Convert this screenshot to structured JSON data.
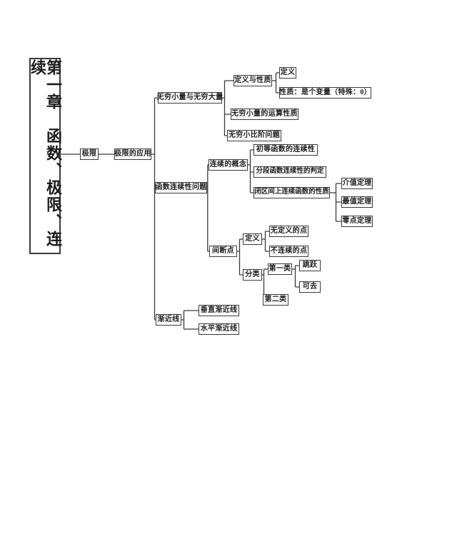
{
  "diagram": {
    "chapter": {
      "label": "第一章　函数、极限、连续"
    },
    "nodes": {
      "limit": "极限",
      "limit_application": "极限的应用",
      "infinitesimal_and_infinite": "无穷小量与无穷大量",
      "definition_and_properties": "定义与性质",
      "definition": "定义",
      "property_variable": "性质：是个变量（特殊：0）",
      "operation_properties": "无穷小量的运算性质",
      "order_comparison": "无穷小比阶问题",
      "function_continuity": "函数连续性问题",
      "continuity_concept": "连续的概念",
      "elementary_function_continuity": "初等函数的连续性",
      "piecewise_continuity_judgement": "分段函数连续性的判定",
      "closed_interval_properties": "闭区间上连续函数的性质",
      "intermediate_value_theorem": "介值定理",
      "extreme_value_theorem": "最值定理",
      "zero_point_theorem": "零点定理",
      "discontinuity_point": "间断点",
      "discontinuity_definition": "定义",
      "undefined_point": "无定义的点",
      "not_continuous_point": "不连续的点",
      "classification": "分类",
      "first_type": "第一类",
      "jump": "跳跃",
      "removable": "可去",
      "second_type": "第二类",
      "asymptote": "渐近线",
      "vertical_asymptote": "垂直渐近线",
      "horizontal_asymptote": "水平渐近线"
    },
    "colors": {
      "line": "#3a3a3a",
      "text": "#1c1c1c",
      "background": "#ffffff"
    }
  }
}
